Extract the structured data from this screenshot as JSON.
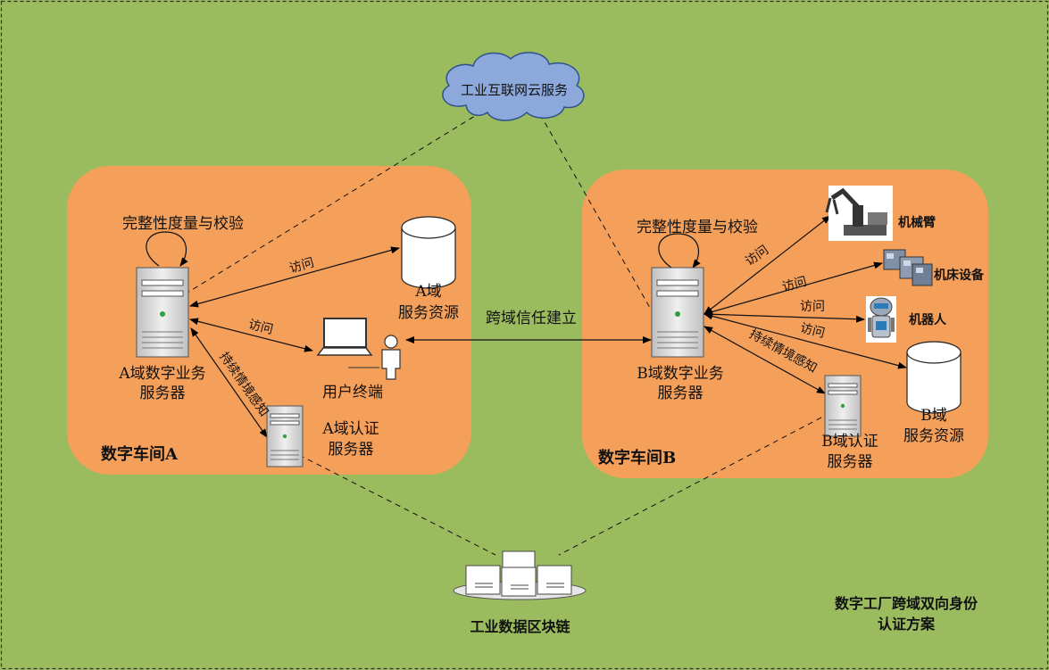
{
  "cloud": {
    "label": "工业互联网云服务"
  },
  "zone_a": {
    "title": "数字车间A",
    "integrity_label": "完整性度量与校验",
    "server_label_1": "A域数字业务",
    "server_label_2": "服务器",
    "resource_label_1": "A域",
    "resource_label_2": "服务资源",
    "auth_label_1": "A域认证",
    "auth_label_2": "服务器",
    "terminal_label": "用户终端",
    "access_resource": "访问",
    "access_terminal": "访问",
    "sense_label": "持续情境感知"
  },
  "zone_b": {
    "title": "数字车间B",
    "integrity_label": "完整性度量与校验",
    "server_label_1": "B域数字业务",
    "server_label_2": "服务器",
    "resource_label_1": "B域",
    "resource_label_2": "服务资源",
    "auth_label_1": "B域认证",
    "auth_label_2": "服务器",
    "arm_label": "机械臂",
    "machine_label": "机床设备",
    "robot_label": "机器人",
    "access_1": "访问",
    "access_2": "访问",
    "access_3": "访问",
    "access_4": "访问",
    "sense_label": "持续情境感知"
  },
  "trust_label": "跨域信任建立",
  "blockchain_label": "工业数据区块链",
  "scheme_title_1": "数字工厂跨域双向身份",
  "scheme_title_2": "认证方案",
  "colors": {
    "background": "#9bbb5f",
    "zone_fill": "#f5a05a",
    "cloud_fill": "#8da9db",
    "server_fill": "#d9d9d9"
  }
}
